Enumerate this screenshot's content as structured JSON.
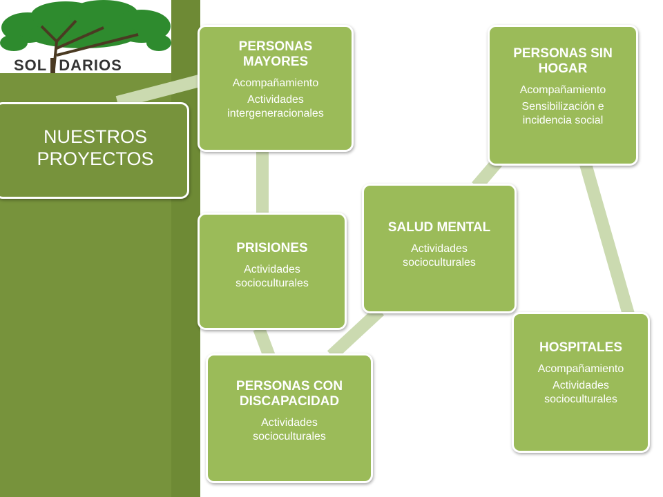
{
  "logo": {
    "left_text": "SOL",
    "right_text": "DARIOS"
  },
  "root": {
    "label": "NUESTROS PROYECTOS"
  },
  "nodes": {
    "mayores": {
      "title": "PERSONAS MAYORES",
      "items": [
        "Acompañamiento",
        "Actividades intergeneracionales"
      ]
    },
    "prisiones": {
      "title": "PRISIONES",
      "items": [
        "Actividades socioculturales"
      ]
    },
    "discapacidad": {
      "title": "PERSONAS CON DISCAPACIDAD",
      "items": [
        "Actividades socioculturales"
      ]
    },
    "salud_mental": {
      "title": "SALUD MENTAL",
      "items": [
        "Actividades socioculturales"
      ]
    },
    "sin_hogar": {
      "title": "PERSONAS SIN HOGAR",
      "items": [
        "Acompañamiento",
        "Sensibilización e incidencia social"
      ]
    },
    "hospitales": {
      "title": "HOSPITALES",
      "items": [
        "Acompañamiento",
        "Actividades socioculturales"
      ]
    }
  },
  "colors": {
    "sidebar": "#77933c",
    "node": "#9bbb59",
    "connector": "#cbdab0"
  }
}
